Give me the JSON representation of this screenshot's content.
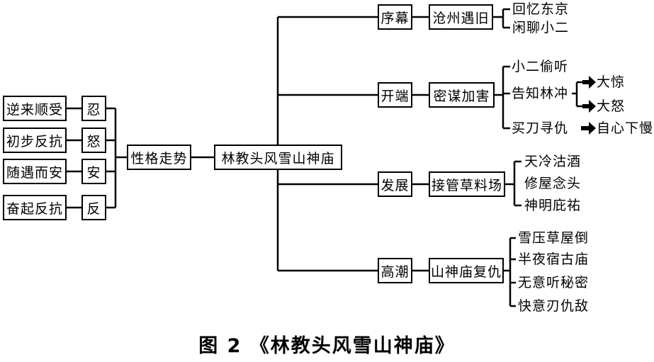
{
  "root": "林教头风雪山神庙",
  "left": {
    "summary": "性格走势",
    "stages": [
      {
        "char": "忍",
        "desc": "逆来顺受"
      },
      {
        "char": "怒",
        "desc": "初步反抗"
      },
      {
        "char": "安",
        "desc": "随遇而安"
      },
      {
        "char": "反",
        "desc": "奋起反抗"
      }
    ]
  },
  "branches": [
    {
      "stage": "序幕",
      "event": "沧州遇旧",
      "details": [
        "回忆东京",
        "闲聊小二"
      ]
    },
    {
      "stage": "开端",
      "event": "密谋加害",
      "details": [
        "小二偷听",
        "告知林冲",
        "买刀寻仇"
      ],
      "outcomes": {
        "inform": [
          "大惊",
          "大怒"
        ],
        "knife": "自心下慢"
      }
    },
    {
      "stage": "发展",
      "event": "接管草料场",
      "details": [
        "天冷沽酒",
        "修屋念头",
        "神明庇祐"
      ]
    },
    {
      "stage": "高潮",
      "event": "山神庙复仇",
      "details": [
        "雪压草屋倒",
        "半夜宿古庙",
        "无意听秘密",
        "快意刃仇敌"
      ]
    }
  ],
  "caption": "图 2 《林教头风雪山神庙》"
}
